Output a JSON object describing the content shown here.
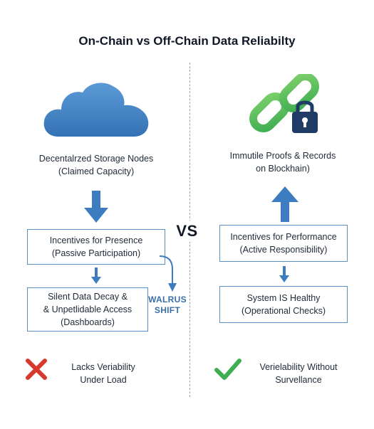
{
  "title": "On-Chain vs Off-Chain Data Reliabilty",
  "vs_label": "VS",
  "left": {
    "icon": "cloud-icon",
    "heading": [
      "Decentalrzed Storage Nodes",
      "(Claimed Capacity)"
    ],
    "box1": [
      "Incentives for Presence",
      "(Passive Participation)"
    ],
    "box2": [
      "Silent Data Decay &",
      "& Unpetlidable Access",
      "(Dashboards)"
    ],
    "shift_label": [
      "WALRUS",
      "SHIFT"
    ],
    "result_icon": "x-mark-icon",
    "result": [
      "Lacks Veriability",
      "Under Load"
    ]
  },
  "right": {
    "icon": "chain-lock-icon",
    "heading": [
      "Immutile Proofs & Records",
      "on Blockhain)"
    ],
    "box1": [
      "Incentives for Performance",
      "(Active Responsibility)"
    ],
    "box2": [
      "System IS Healthy",
      "(Operational Checks)"
    ],
    "result_icon": "check-mark-icon",
    "result": [
      "Verielability Without",
      "Survellance"
    ]
  },
  "colors": {
    "primary_blue": "#3d7cc0",
    "box_border": "#5b8ec2",
    "green": "#3fae52",
    "red": "#d63a2f",
    "lock_blue": "#1f3b66"
  }
}
